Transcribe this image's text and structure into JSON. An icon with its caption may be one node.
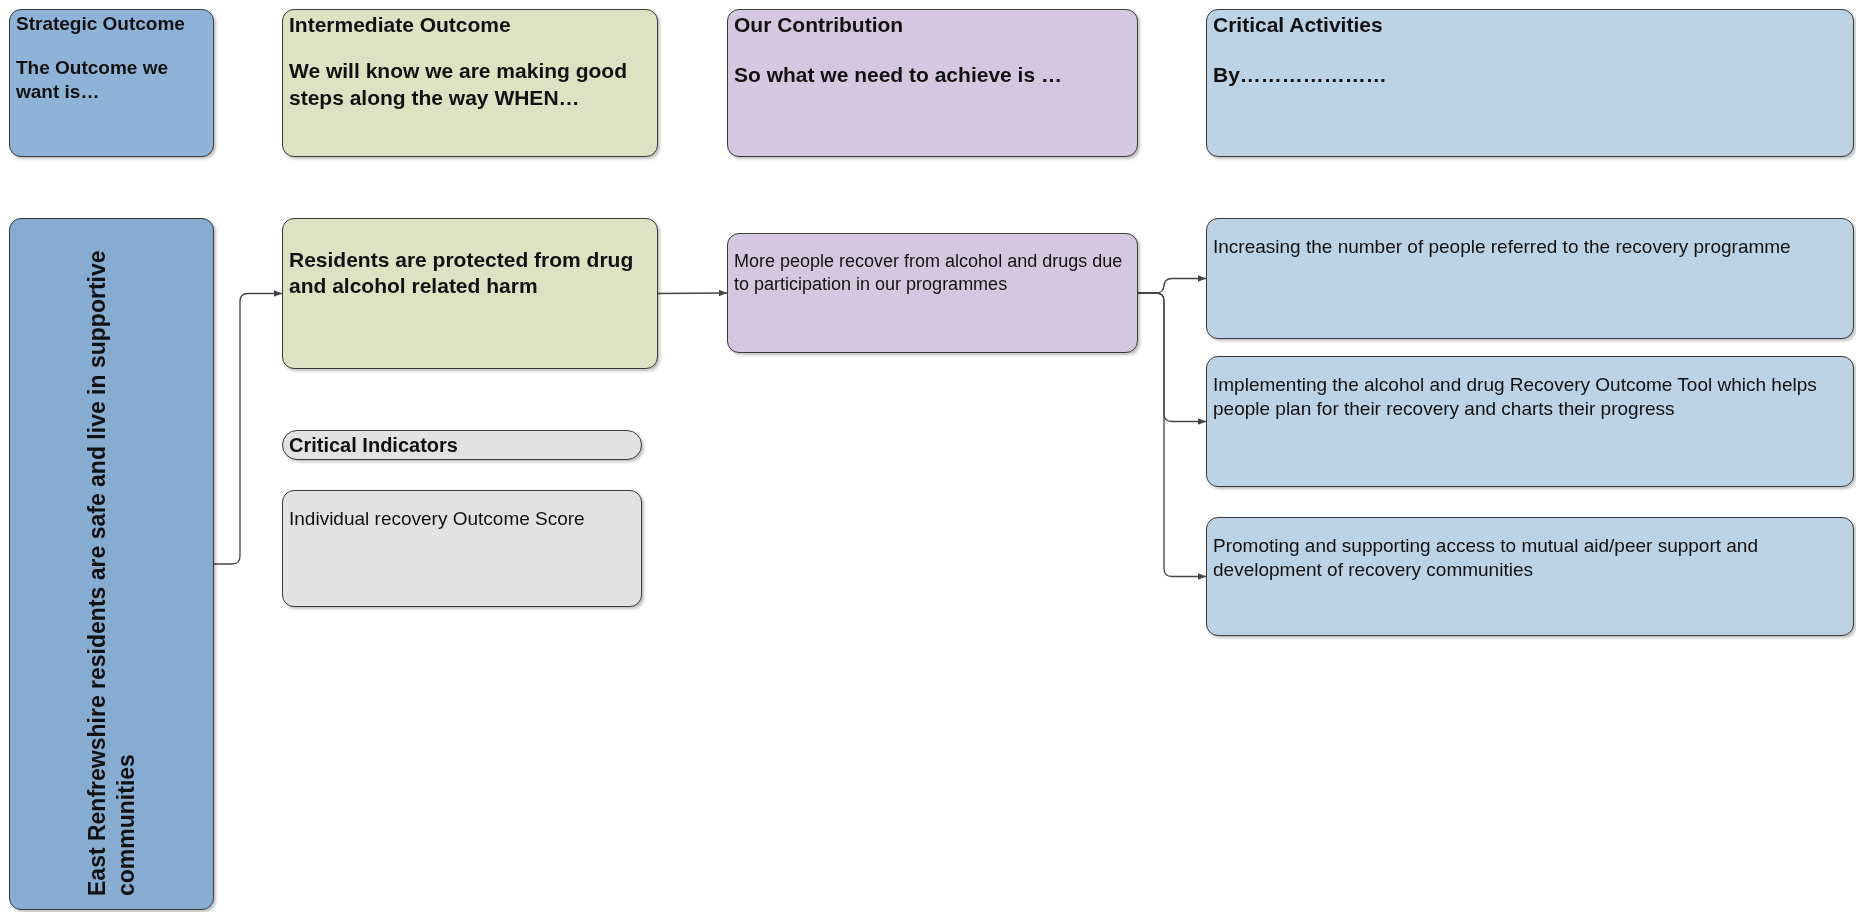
{
  "diagram": {
    "nodes": [
      {
        "text": [
          "Strategic Outcome",
          "The Outcome we want is…"
        ]
      },
      {
        "text": [
          "Intermediate Outcome",
          "We will know we are making good steps along the way WHEN…"
        ]
      },
      {
        "text": [
          "Our Contribution",
          "So what we need to achieve is …"
        ]
      },
      {
        "text": [
          "Critical Activities",
          "By…………………"
        ]
      },
      {
        "text": [
          "East Renfrewshire residents are safe and live in supportive communities"
        ]
      },
      {
        "text": [
          "Residents are protected from drug and alcohol related harm"
        ]
      },
      {
        "text": [
          "More people recover from alcohol and drugs due to participation in our programmes"
        ]
      },
      {
        "text": [
          "Increasing the number of people referred to the recovery programme"
        ]
      },
      {
        "text": [
          "Implementing the alcohol and drug Recovery Outcome Tool which helps people plan for their recovery and charts their progress"
        ]
      },
      {
        "text": [
          "Promoting and supporting access to mutual aid/peer support and development of recovery communities"
        ]
      },
      {
        "text": [
          "Critical Indicators"
        ]
      },
      {
        "text": [
          "Individual recovery Outcome Score"
        ]
      }
    ],
    "edges": [
      {
        "from": 4,
        "to": 5,
        "arrow": "to"
      },
      {
        "from": 5,
        "to": 6,
        "arrow": "to"
      },
      {
        "from": 6,
        "to": 7,
        "arrow": "to"
      },
      {
        "from": 6,
        "to": 8,
        "arrow": "to"
      },
      {
        "from": 6,
        "to": 9,
        "arrow": "to"
      }
    ]
  }
}
